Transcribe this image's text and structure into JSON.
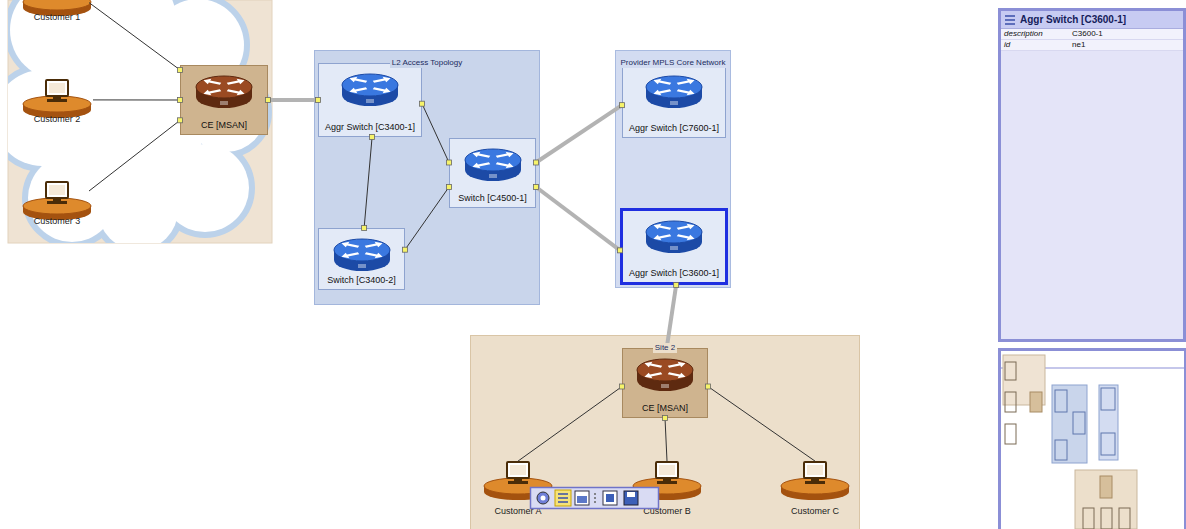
{
  "diagram": {
    "nodes": [
      {
        "text": [
          "Customer 1"
        ]
      },
      {
        "text": [
          "Customer 2"
        ]
      },
      {
        "text": [
          "Customer 3"
        ]
      },
      {
        "text": [
          "CE [MSAN]"
        ]
      },
      {
        "text": [
          "L2 Access Topology"
        ]
      },
      {
        "text": [
          "Aggr Switch [C3400-1]"
        ],
        "in": 4
      },
      {
        "text": [
          "Switch [C3400-2]"
        ],
        "in": 4
      },
      {
        "text": [
          "Switch [C4500-1]"
        ],
        "in": 4
      },
      {
        "text": [
          "Provider MPLS Core Network"
        ]
      },
      {
        "text": [
          "Aggr Switch [C7600-1]"
        ],
        "in": 8
      },
      {
        "text": [
          "Aggr Switch [C3600-1]"
        ],
        "in": 8
      },
      {
        "text": [
          "Site 2"
        ]
      },
      {
        "text": [
          "CE [MSAN]"
        ],
        "in": 11
      },
      {
        "text": [
          "Customer A"
        ],
        "in": 11
      },
      {
        "text": [
          "Customer B"
        ],
        "in": 11
      },
      {
        "text": [
          "Customer C"
        ],
        "in": 11
      },
      {
        "text": [
          "Aggr Switch [C3600-1]",
          "description",
          "C3600-1",
          "id",
          "ne1"
        ]
      }
    ],
    "edges": [
      {
        "from": 0,
        "to": 3,
        "arrow": "none"
      },
      {
        "from": 1,
        "to": 3,
        "arrow": "none"
      },
      {
        "from": 2,
        "to": 3,
        "arrow": "none"
      },
      {
        "from": 3,
        "to": 5,
        "arrow": "none"
      },
      {
        "from": 5,
        "to": 6,
        "arrow": "none"
      },
      {
        "from": 5,
        "to": 7,
        "arrow": "none"
      },
      {
        "from": 6,
        "to": 7,
        "arrow": "none"
      },
      {
        "from": 7,
        "to": 9,
        "arrow": "none"
      },
      {
        "from": 7,
        "to": 10,
        "arrow": "none"
      },
      {
        "from": 10,
        "to": 12,
        "arrow": "none"
      },
      {
        "from": 12,
        "to": 13,
        "arrow": "none"
      },
      {
        "from": 12,
        "to": 14,
        "arrow": "none"
      },
      {
        "from": 12,
        "to": 15,
        "arrow": "none"
      }
    ]
  }
}
